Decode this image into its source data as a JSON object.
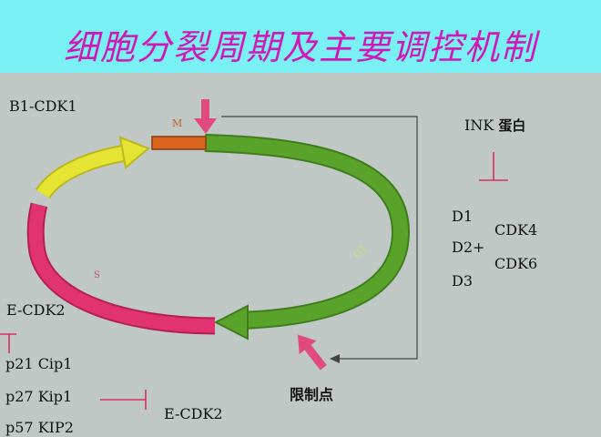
{
  "title": "细胞分裂周期及主要调控机制",
  "phases": {
    "m": "M",
    "s": "S",
    "g1": "G1"
  },
  "labels": {
    "b1_cdk1": "B1-CDK1",
    "ink": "INK",
    "ink_protein": "蛋白",
    "d1": "D1",
    "d2": "D2+",
    "d3": "D3",
    "cdk4": "CDK4",
    "cdk6": "CDK6",
    "e_cdk2_left": "E-CDK2",
    "p21": "p21 Cip1",
    "p27": "p27 Kip1",
    "p57": "p57 KIP2",
    "e_cdk2_bottom": "E-CDK2",
    "restriction_point": "限制点"
  },
  "colors": {
    "title_bg": "#79f0f3",
    "background": "#bfc8c4",
    "title_text": "#d018b8",
    "g1_arc": "#5aa32a",
    "s_arc": "#e0336f",
    "g2_arc": "#e6e432",
    "m_segment": "#d9651f",
    "arrow_pink": "#e04a7e",
    "inhibitor": "#d62f5f"
  }
}
